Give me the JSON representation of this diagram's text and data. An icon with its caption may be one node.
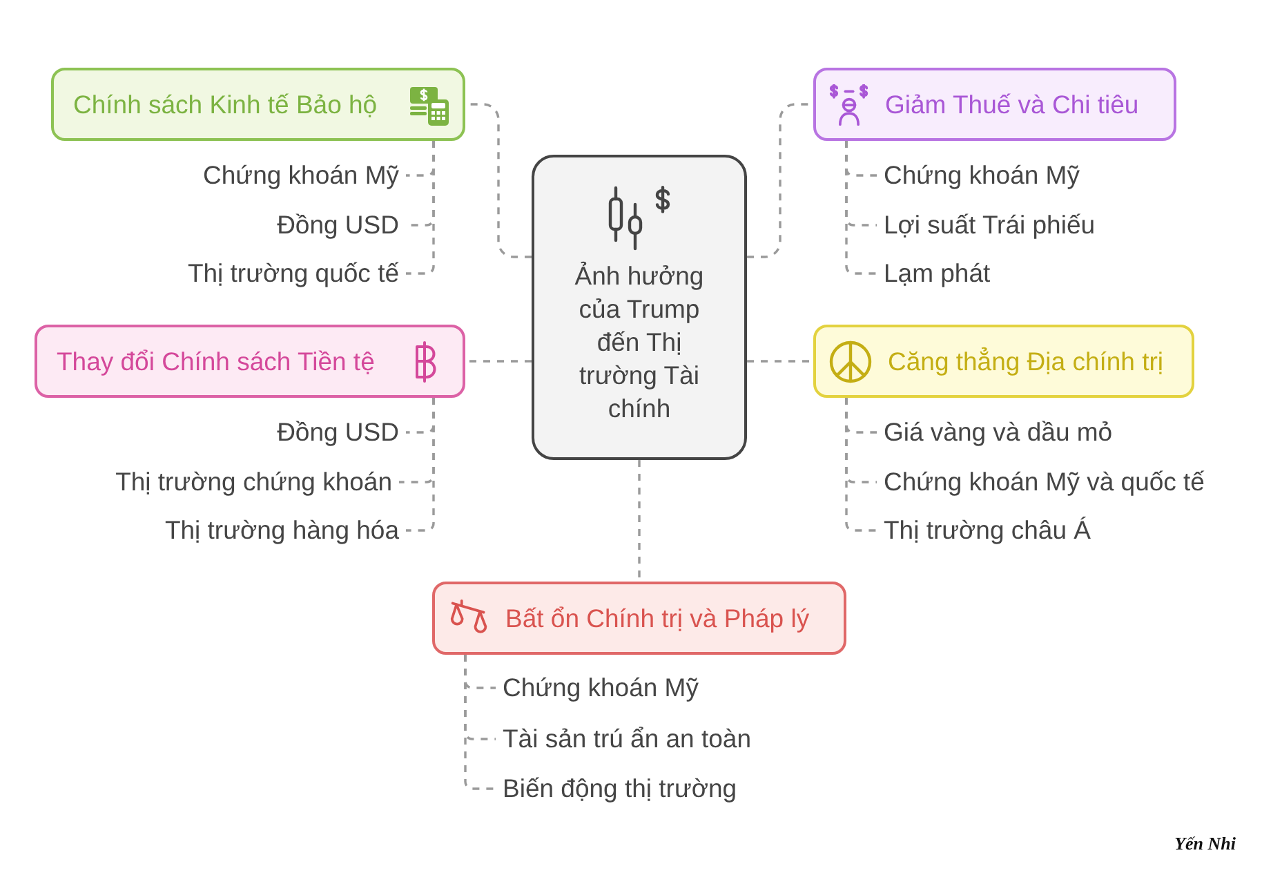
{
  "diagram": {
    "nodes": [
      {
        "text": [
          "Ảnh hưởng của Trump đến Thị trường Tài chính"
        ]
      },
      {
        "text": [
          "Chính sách Kinh tế Bảo hộ"
        ]
      },
      {
        "text": [
          "Chứng khoán Mỹ"
        ]
      },
      {
        "text": [
          "Đồng USD"
        ]
      },
      {
        "text": [
          "Thị trường quốc tế"
        ]
      },
      {
        "text": [
          "Giảm Thuế và Chi tiêu"
        ]
      },
      {
        "text": [
          "Chứng khoán Mỹ"
        ]
      },
      {
        "text": [
          "Lợi suất Trái phiếu"
        ]
      },
      {
        "text": [
          "Lạm phát"
        ]
      },
      {
        "text": [
          "Thay đổi Chính sách Tiền tệ"
        ]
      },
      {
        "text": [
          "Đồng USD"
        ]
      },
      {
        "text": [
          "Thị trường chứng khoán"
        ]
      },
      {
        "text": [
          "Thị trường hàng hóa"
        ]
      },
      {
        "text": [
          "Căng thẳng Địa chính trị"
        ]
      },
      {
        "text": [
          "Giá vàng và dầu mỏ"
        ]
      },
      {
        "text": [
          "Chứng khoán Mỹ và quốc tế"
        ]
      },
      {
        "text": [
          "Thị trường châu Á"
        ]
      },
      {
        "text": [
          "Bất ổn Chính trị và Pháp lý"
        ]
      },
      {
        "text": [
          "Chứng khoán Mỹ"
        ]
      },
      {
        "text": [
          "Tài sản trú ẩn an toàn"
        ]
      },
      {
        "text": [
          "Biến động thị trường"
        ]
      }
    ],
    "edges": [
      {
        "from": 0,
        "to": 1,
        "arrow": "none",
        "style": "dashed"
      },
      {
        "from": 1,
        "to": 2,
        "arrow": "none",
        "style": "dashed"
      },
      {
        "from": 1,
        "to": 3,
        "arrow": "none",
        "style": "dashed"
      },
      {
        "from": 1,
        "to": 4,
        "arrow": "none",
        "style": "dashed"
      },
      {
        "from": 0,
        "to": 5,
        "arrow": "none",
        "style": "dashed"
      },
      {
        "from": 5,
        "to": 6,
        "arrow": "none",
        "style": "dashed"
      },
      {
        "from": 5,
        "to": 7,
        "arrow": "none",
        "style": "dashed"
      },
      {
        "from": 5,
        "to": 8,
        "arrow": "none",
        "style": "dashed"
      },
      {
        "from": 0,
        "to": 9,
        "arrow": "none",
        "style": "dashed"
      },
      {
        "from": 9,
        "to": 10,
        "arrow": "none",
        "style": "dashed"
      },
      {
        "from": 9,
        "to": 11,
        "arrow": "none",
        "style": "dashed"
      },
      {
        "from": 9,
        "to": 12,
        "arrow": "none",
        "style": "dashed"
      },
      {
        "from": 0,
        "to": 13,
        "arrow": "none",
        "style": "dashed"
      },
      {
        "from": 13,
        "to": 14,
        "arrow": "none",
        "style": "dashed"
      },
      {
        "from": 13,
        "to": 15,
        "arrow": "none",
        "style": "dashed"
      },
      {
        "from": 13,
        "to": 16,
        "arrow": "none",
        "style": "dashed"
      },
      {
        "from": 0,
        "to": 17,
        "arrow": "none",
        "style": "dashed"
      },
      {
        "from": 17,
        "to": 18,
        "arrow": "none",
        "style": "dashed"
      },
      {
        "from": 17,
        "to": 19,
        "arrow": "none",
        "style": "dashed"
      },
      {
        "from": 17,
        "to": 20,
        "arrow": "none",
        "style": "dashed"
      }
    ],
    "labels": [
      "Yến Nhi"
    ]
  }
}
